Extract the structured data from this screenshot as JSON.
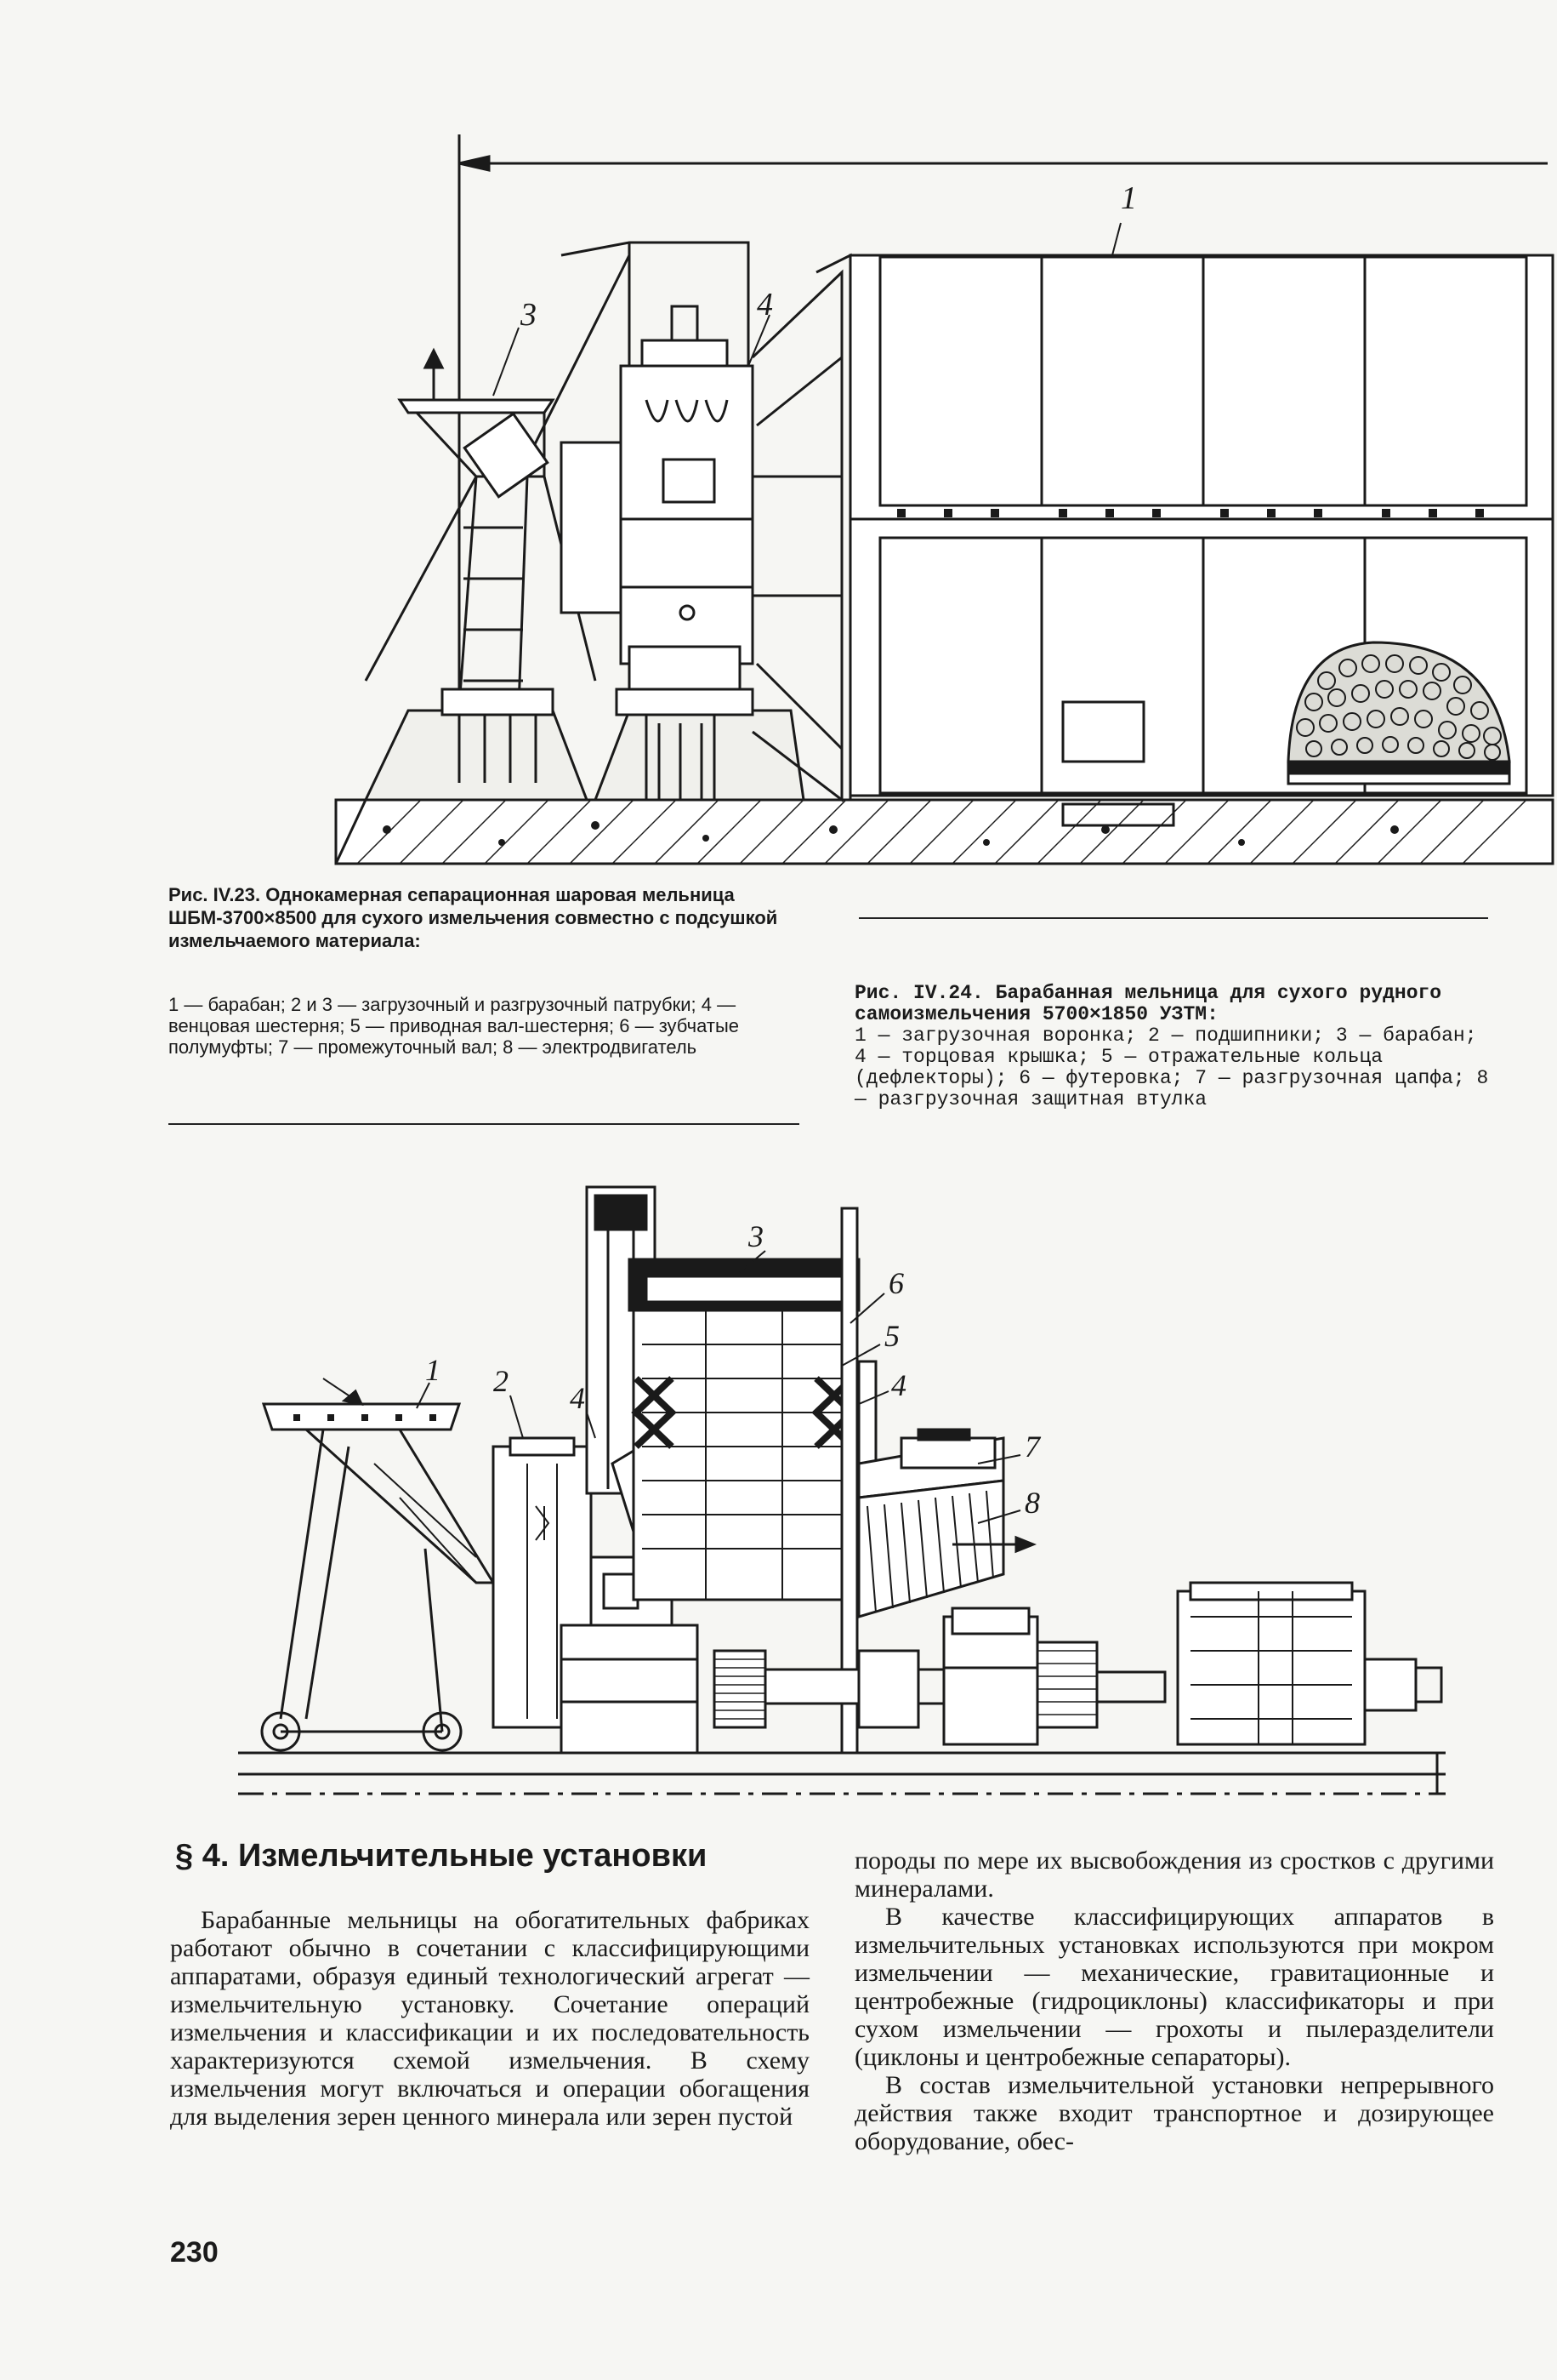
{
  "figures": {
    "fig23": {
      "callouts": [
        "1",
        "3",
        "4"
      ],
      "caption_title": "Рис. IV.23. Однокамерная сепарационная шаровая мельница ШБМ-3700×8500 для сухого измельчения совместно с подсушкой измельчаемого материала:",
      "caption_body": "1 — барабан; 2 и 3 — загрузочный и разгрузочный патрубки; 4 — венцовая шестерня; 5 — приводная вал-шестерня; 6 — зубчатые полумуфты; 7 — промежуточный вал; 8 — электродвигатель"
    },
    "fig24": {
      "callouts": [
        "1",
        "2",
        "3",
        "4",
        "4",
        "5",
        "6",
        "7",
        "8"
      ],
      "caption_title": "Рис. IV.24. Барабанная мельница для сухого рудного самоизмельчения 5700×1850 УЗТМ:",
      "caption_body": "1 — загрузочная воронка; 2 — подшипники; 3 — барабан; 4 — торцовая крышка; 5 — отражательные кольца (дефлекторы); 6 — футеровка; 7 — разгрузочная цапфа; 8 — разгрузочная защитная втулка"
    }
  },
  "section": {
    "heading": "§ 4. Измельчительные установки",
    "left_paragraph": "Барабанные мельницы на обогатительных фабриках работают обычно в сочетании с классифицирующими аппаратами, образуя единый технологический агрегат — измельчительную установку. Сочетание операций измельчения и классификации и их последовательность характеризуются схемой измельчения. В схему измельчения могут включаться и операции обогащения для выделения зерен ценного минерала или зерен пустой",
    "right_paragraphs": [
      "породы по мере их высвобождения из сростков с другими минералами.",
      "В качестве классифицирующих аппаратов в измельчительных установках используются при мокром измельчении — механические, гравитационные и центробежные (гидроциклоны) классификаторы и при сухом измельчении — грохоты и пылеразделители (циклоны и центробежные сепараторы).",
      "В состав измельчительной установки непрерывного действия также входит транспортное и дозирующее оборудование, обес-"
    ]
  },
  "page_number": "230"
}
